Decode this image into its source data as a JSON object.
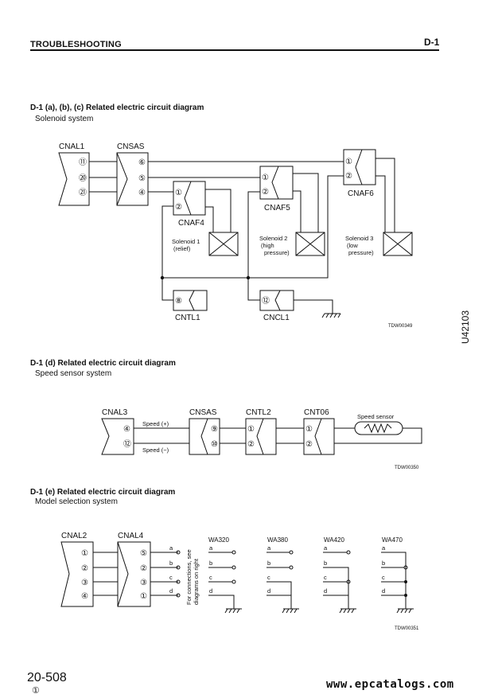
{
  "header": {
    "title": "TROUBLESHOOTING",
    "code": "D-1"
  },
  "section1": {
    "title": "D-1 (a), (b), (c) Related electric circuit diagram",
    "subtitle": "Solenoid system",
    "connectors": [
      "CNAL1",
      "CNSAS",
      "CNAF4",
      "CNAF5",
      "CNAF6",
      "CNTL1",
      "CNCL1"
    ],
    "pins": [
      "⑪",
      "⑳",
      "㉑",
      "⑥",
      "⑤",
      "④",
      "①",
      "②",
      "⑧",
      "⑫"
    ],
    "solenoids": [
      {
        "l1": "Solenoid 1",
        "l2": "(relief)",
        "l3": ""
      },
      {
        "l1": "Solenoid 2",
        "l2": "(high",
        "l3": "pressure)"
      },
      {
        "l1": "Solenoid 3",
        "l2": "(low",
        "l3": "pressure)"
      }
    ],
    "ref": "TDW00349"
  },
  "section2": {
    "title": "D-1 (d) Related electric circuit diagram",
    "subtitle": "Speed sensor system",
    "connectors": [
      "CNAL3",
      "CNSAS",
      "CNTL2",
      "CNT06"
    ],
    "pins": [
      "④",
      "⑫",
      "⑨",
      "⑩",
      "①",
      "②"
    ],
    "speed_plus": "Speed (+)",
    "speed_minus": "Speed (−)",
    "sensor": "Speed sensor",
    "ref": "TDW00350"
  },
  "section3": {
    "title": "D-1 (e) Related electric circuit diagram",
    "subtitle": "Model selection system",
    "connectors": [
      "CNAL2",
      "CNAL4"
    ],
    "pins_left": [
      "①",
      "②",
      "③",
      "④"
    ],
    "pins_right": [
      "⑤",
      "②",
      "③",
      "①"
    ],
    "letters": [
      "a",
      "b",
      "c",
      "d"
    ],
    "vertical_note_1": "For connections, see",
    "vertical_note_2": "diagrams on right",
    "models": [
      "WA320",
      "WA380",
      "WA420",
      "WA470"
    ],
    "ref": "TDW00351"
  },
  "side_code": "U42103",
  "footer": {
    "page": "20-508",
    "rev": "①",
    "watermark": "www.epcatalogs.com"
  }
}
